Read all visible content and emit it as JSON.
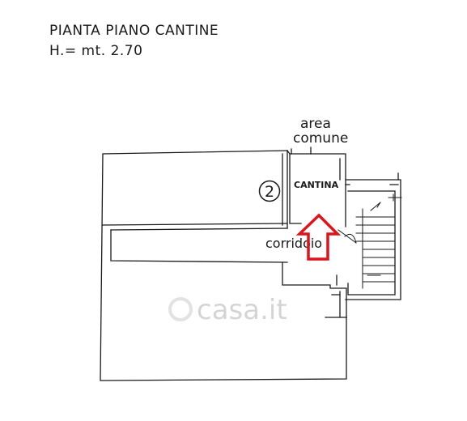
{
  "header": {
    "title": "PIANTA  PIANO  CANTINE",
    "height": "H.= mt. 2.70"
  },
  "plan": {
    "area_label_line1": "area",
    "area_label_line2": "comune",
    "unit_number": "2",
    "room_label": "CANTINA",
    "corridor_label": "corridoio"
  },
  "marker": {
    "type": "arrow-up",
    "color": "#d9161d"
  },
  "watermark": {
    "text": "casa.it"
  }
}
